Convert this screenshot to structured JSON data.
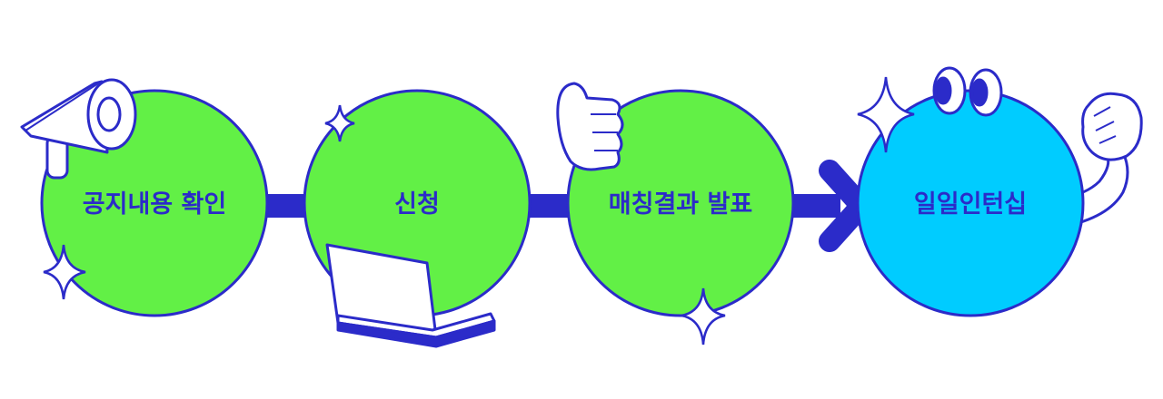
{
  "colors": {
    "stroke": "#2b2bc9",
    "step_fill": "#62f046",
    "final_fill": "#00ccff",
    "accent_white": "#ffffff"
  },
  "steps": [
    {
      "label": "공지내용 확인",
      "icon": "megaphone-icon"
    },
    {
      "label": "신청",
      "icon": "laptop-icon"
    },
    {
      "label": "매칭결과 발표",
      "icon": "thumbs-up-icon"
    },
    {
      "label": "일일인턴십",
      "icon": "character-face-fist-icon"
    }
  ]
}
